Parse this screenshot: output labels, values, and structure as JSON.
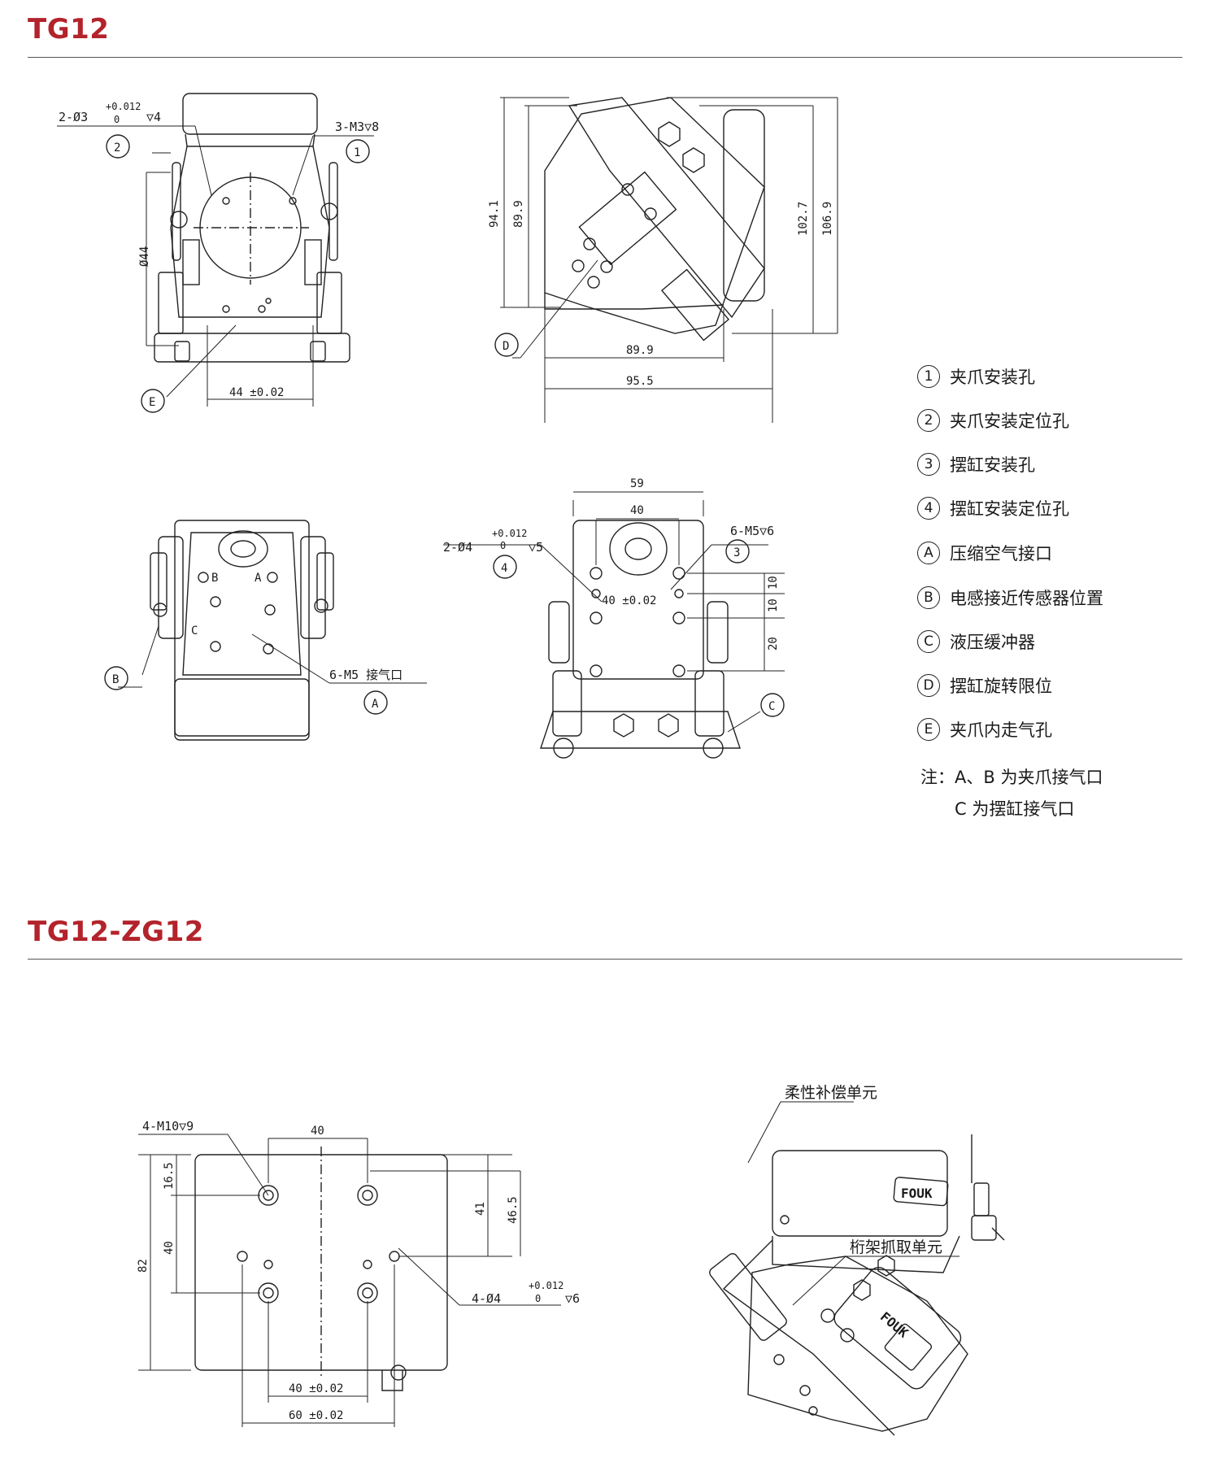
{
  "sections": {
    "tg12": "TG12",
    "tg12_zg12": "TG12-ZG12"
  },
  "legend": {
    "items": [
      {
        "marker": "1",
        "text": "夹爪安装孔"
      },
      {
        "marker": "2",
        "text": "夹爪安装定位孔"
      },
      {
        "marker": "3",
        "text": "摆缸安装孔"
      },
      {
        "marker": "4",
        "text": "摆缸安装定位孔"
      },
      {
        "marker": "A",
        "text": "压缩空气接口"
      },
      {
        "marker": "B",
        "text": "电感接近传感器位置"
      },
      {
        "marker": "C",
        "text": "液压缓冲器"
      },
      {
        "marker": "D",
        "text": "摆缸旋转限位"
      },
      {
        "marker": "E",
        "text": "夹爪内走气孔"
      }
    ],
    "note_line1": "注：A、B 为夹爪接气口",
    "note_line2": "C 为摆缸接气口"
  },
  "drawing1": {
    "tol": "+0.012",
    "tol0": "0",
    "hole": "2-Ø3",
    "depth": "▽4",
    "thread": "3-M3▽8",
    "dia": "Ø44",
    "width": "44 ±0.02",
    "m1": "1",
    "m2": "2",
    "mE": "E"
  },
  "drawing2": {
    "h1": "94.1",
    "h2": "89.9",
    "h3": "102.7",
    "h4": "106.9",
    "w1": "89.9",
    "w2": "95.5",
    "mD": "D"
  },
  "drawing3": {
    "A": "A",
    "B": "B",
    "C": "C",
    "port": "6-M5 接气口",
    "mA": "A",
    "mB": "B"
  },
  "drawing4": {
    "w59": "59",
    "w40": "40",
    "tol": "+0.012",
    "tol0": "0",
    "hole": "2-Ø4",
    "depth": "▽5",
    "thread": "6-M5▽6",
    "pitch": "40 ±0.02",
    "d10a": "10",
    "d10b": "10",
    "d20": "20",
    "m3": "3",
    "m4": "4",
    "mC": "C"
  },
  "drawing5": {
    "thread": "4-M10▽9",
    "w40": "40",
    "h16": "16.5",
    "h40": "40",
    "h82": "82",
    "h41": "41",
    "h46": "46.5",
    "tol": "+0.012",
    "tol0": "0",
    "hole": "4-Ø4",
    "depth": "▽6",
    "p40": "40 ±0.02",
    "p60": "60 ±0.02"
  },
  "drawing6": {
    "label1": "柔性补偿单元",
    "label2": "桁架抓取单元",
    "logo1": "FOUK",
    "logo2": "FOUK"
  }
}
